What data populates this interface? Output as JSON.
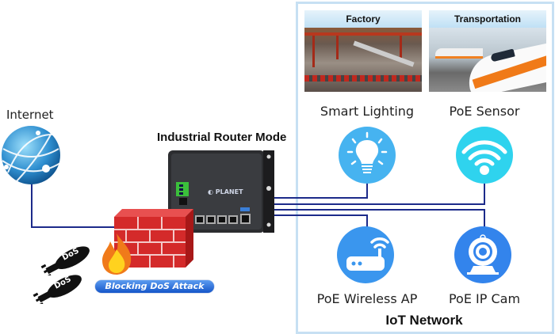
{
  "internet": {
    "label": "Internet",
    "icon": "globe-icon"
  },
  "router": {
    "title": "Industrial Router Mode",
    "brand": "PLANET",
    "lan_ports": 4,
    "wan_ports": 1
  },
  "firewall": {
    "icon": "firewall-icon",
    "badge_label": "Blocking DoS Attack"
  },
  "attacks": [
    {
      "label": "DoS"
    },
    {
      "label": "DoS"
    }
  ],
  "iot_network": {
    "title": "IoT Network",
    "scenes": [
      {
        "label": "Factory"
      },
      {
        "label": "Transportation"
      }
    ],
    "devices": [
      {
        "label": "Smart Lighting",
        "icon": "lightbulb-icon",
        "color": "#46b3f0"
      },
      {
        "label": "PoE Sensor",
        "icon": "wifi-icon",
        "color": "#2fd3ee"
      },
      {
        "label": "PoE Wireless AP",
        "icon": "wireless-router-icon",
        "color": "#3a96ee"
      },
      {
        "label": "PoE IP Cam",
        "icon": "webcam-icon",
        "color": "#3384ec"
      }
    ]
  },
  "colors": {
    "link_line": "#1c2a8a",
    "frame_border": "#c7e0f3",
    "firewall_red": "#d42a2a"
  }
}
